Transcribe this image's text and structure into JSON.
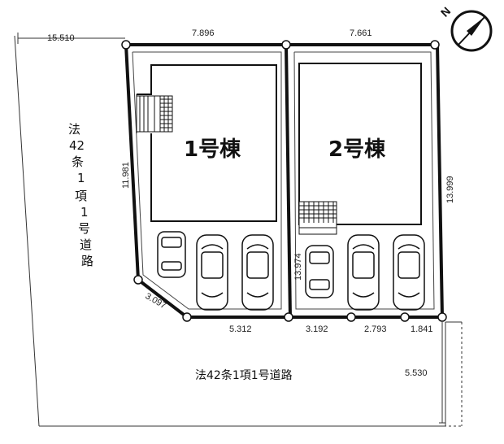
{
  "north_label": "N",
  "dimensions": {
    "road_left_width": "15.510",
    "lot1_top": "7.896",
    "lot2_top": "7.661",
    "lot1_left": "11.981",
    "lot2_right": "13.999",
    "center_line": "13.974",
    "corner_cut": "3.097",
    "bottom_a": "5.312",
    "bottom_b": "3.192",
    "bottom_c": "2.793",
    "bottom_d": "1.841",
    "road_bottom_width": "5.530"
  },
  "buildings": {
    "building1": "1号棟",
    "building2": "2号棟"
  },
  "roads": {
    "left_road_chars": [
      "法",
      "42",
      "条",
      "1",
      "項",
      "1",
      "号",
      "道",
      "路"
    ],
    "bottom_road": "法42条1項1号道路"
  }
}
